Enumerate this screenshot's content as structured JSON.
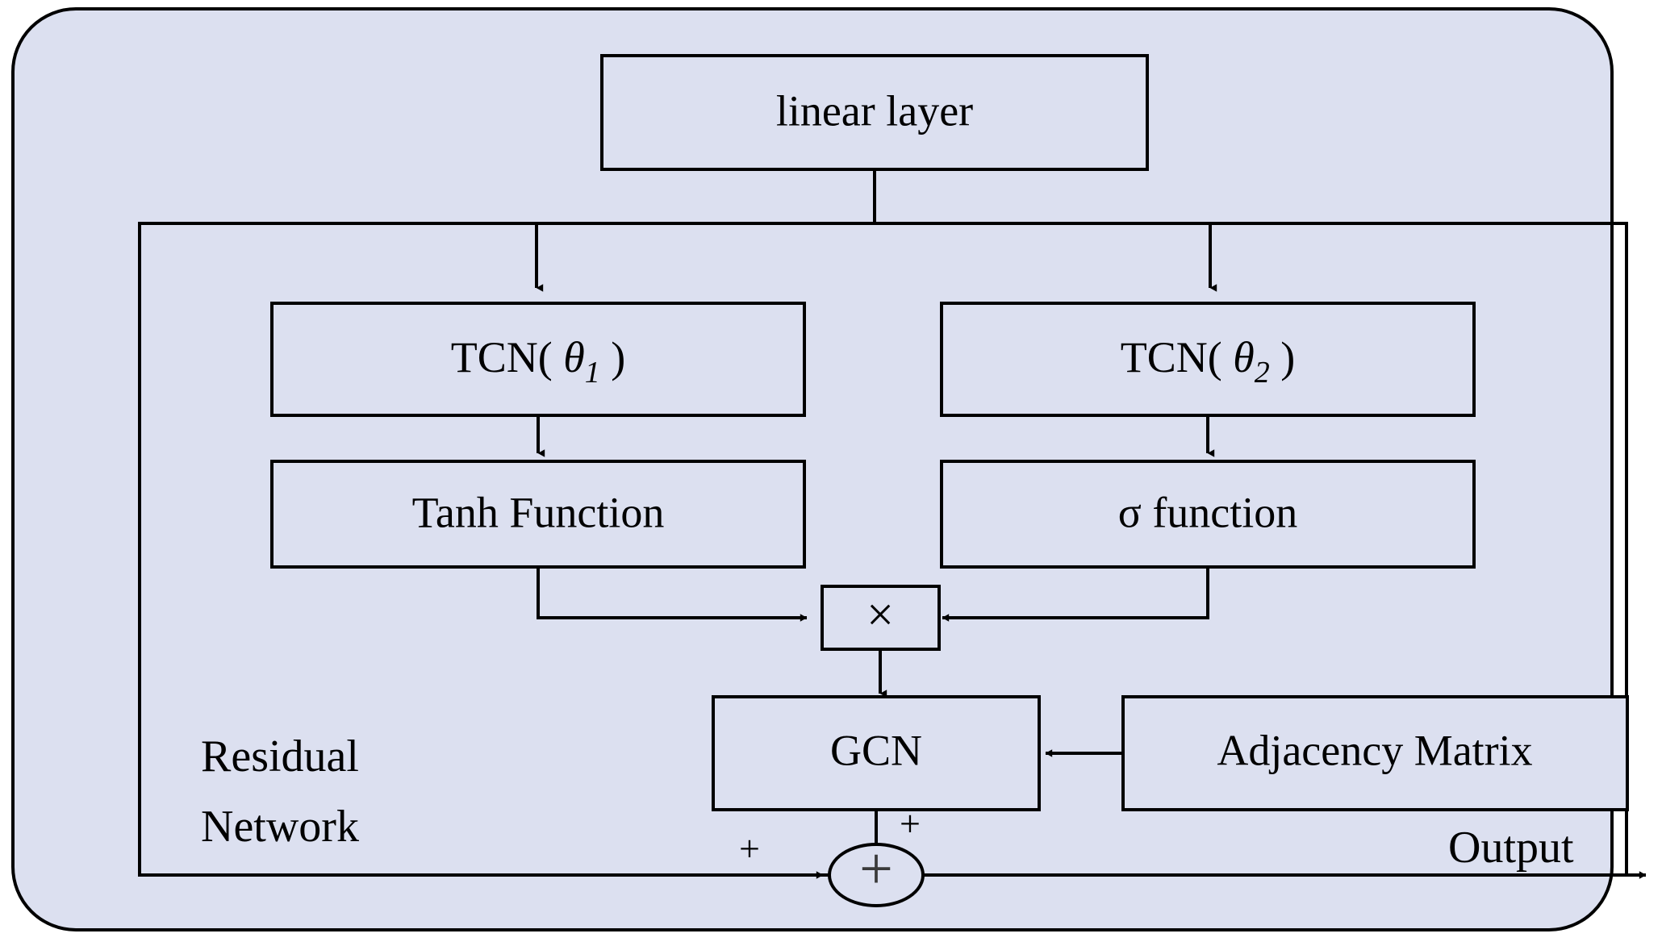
{
  "diagram": {
    "title": "Residual Network block with gated TCN and GCN",
    "colors": {
      "panel_fill": "#dce0f0",
      "box_fill": "#dce0f0",
      "stroke": "#000000",
      "page_background": "#ffffff"
    },
    "container": {
      "name": "residual-network-panel",
      "label_line1": "Residual",
      "label_line2": "Network"
    },
    "inner_group": {
      "name": "gated-tcn-gcn-group"
    },
    "nodes": [
      {
        "id": "linear-layer",
        "label": "linear layer"
      },
      {
        "id": "tcn-theta-1",
        "label": "TCN( θ1 )",
        "prefix": "TCN( ",
        "symbol": "θ",
        "subscript": "1",
        "suffix": " )"
      },
      {
        "id": "tcn-theta-2",
        "label": "TCN( θ2 )",
        "prefix": "TCN( ",
        "symbol": "θ",
        "subscript": "2",
        "suffix": " )"
      },
      {
        "id": "tanh-function",
        "label": "Tanh Function"
      },
      {
        "id": "sigma-function",
        "label": "σ function"
      },
      {
        "id": "multiply-gate",
        "label": "×"
      },
      {
        "id": "gcn",
        "label": "GCN"
      },
      {
        "id": "adjacency-matrix",
        "label": "Adjacency Matrix"
      },
      {
        "id": "sum-node",
        "label": "+"
      }
    ],
    "annotations": [
      {
        "id": "plus-left",
        "label": "+"
      },
      {
        "id": "plus-top",
        "label": "+"
      },
      {
        "id": "output-label",
        "label": "Output"
      }
    ],
    "edges": [
      {
        "from": "linear-layer",
        "to": "tcn-theta-1",
        "style": "elbow-arrow"
      },
      {
        "from": "linear-layer",
        "to": "tcn-theta-2",
        "style": "elbow-arrow"
      },
      {
        "from": "tcn-theta-1",
        "to": "tanh-function",
        "style": "straight-arrow"
      },
      {
        "from": "tcn-theta-2",
        "to": "sigma-function",
        "style": "straight-arrow"
      },
      {
        "from": "tanh-function",
        "to": "multiply-gate",
        "style": "elbow-arrow"
      },
      {
        "from": "sigma-function",
        "to": "multiply-gate",
        "style": "elbow-arrow"
      },
      {
        "from": "multiply-gate",
        "to": "gcn",
        "style": "straight-arrow"
      },
      {
        "from": "adjacency-matrix",
        "to": "gcn",
        "style": "straight-arrow"
      },
      {
        "from": "gcn",
        "to": "sum-node",
        "style": "straight-arrow"
      },
      {
        "from": "residual-skip",
        "to": "sum-node",
        "style": "straight-arrow"
      },
      {
        "from": "sum-node",
        "to": "output",
        "style": "straight-arrow"
      }
    ]
  }
}
